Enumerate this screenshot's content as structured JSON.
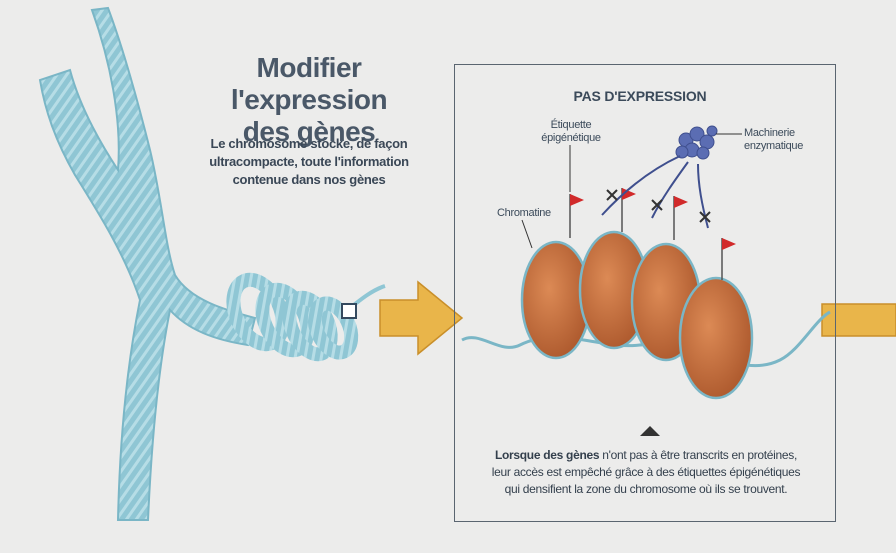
{
  "heading": {
    "title_line1": "Modifier l'expression",
    "title_line2": "des gènes",
    "description_line1": "Le chromosome stocke, de façon",
    "description_line2": "ultracompacte, toute l'information",
    "description_line3": "contenue dans nos gènes"
  },
  "panel": {
    "title": "PAS D'EXPRESSION",
    "labels": {
      "tag_line1": "Étiquette",
      "tag_line2": "épigénétique",
      "machinery_line1": "Machinerie",
      "machinery_line2": "enzymatique",
      "chromatin": "Chromatine"
    },
    "caption": {
      "bold_lead": "Lorsque des gènes",
      "line1_rest": " n'ont pas à être transcrits en protéines,",
      "line2": "leur accès est empêché grâce à des étiquettes épigénétiques",
      "line3": "qui densifient la zone du chromosome où ils se trouvent."
    }
  },
  "colors": {
    "chromosome": "#8fc6d4",
    "arrow": "#e9b54a",
    "nucleosome": "#c9703a",
    "flag": "#d12a2a",
    "enzyme": "#5b6db3"
  }
}
